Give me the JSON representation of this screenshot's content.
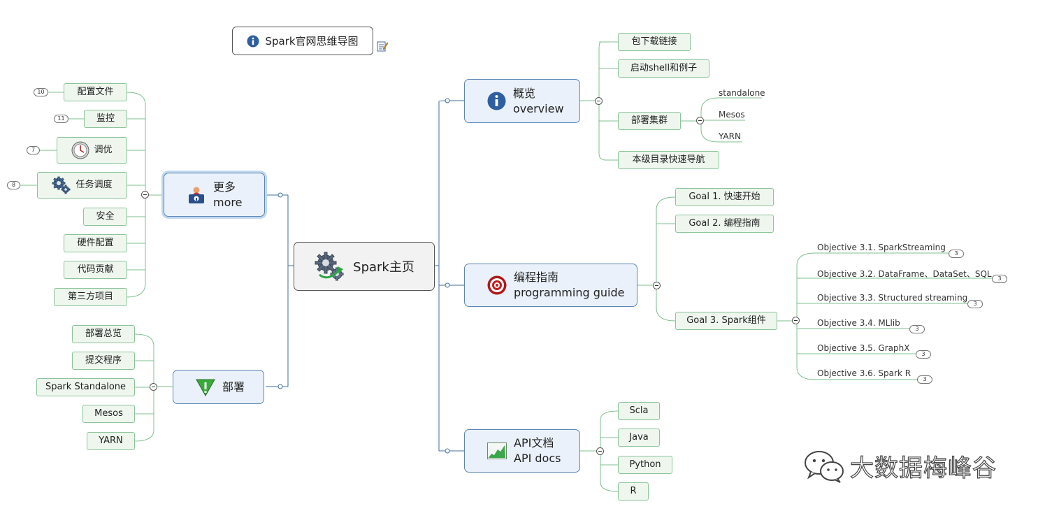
{
  "title": "Spark官网思维导图",
  "center": "Spark主页",
  "overview": {
    "title_cn": "概览",
    "title_en": "overview",
    "items": [
      "包下载链接",
      "启动shell和例子",
      "部署集群",
      "本级目录快速导航"
    ],
    "cluster_items": [
      "standalone",
      "Mesos",
      "YARN"
    ]
  },
  "programming": {
    "title_cn": "编程指南",
    "title_en": "programming guide",
    "goals": [
      "Goal 1. 快速开始",
      "Goal 2. 编程指南",
      "Goal 3. Spark组件"
    ],
    "objectives": [
      {
        "label": "Objective 3.1. SparkStreaming",
        "count": "3"
      },
      {
        "label": "Objective 3.2. DataFrame、DataSet、SQL",
        "count": "3"
      },
      {
        "label": "Objective 3.3. Structured streaming",
        "count": "3"
      },
      {
        "label": "Objective 3.4. MLlib",
        "count": "3"
      },
      {
        "label": "Objective 3.5. GraphX",
        "count": "3"
      },
      {
        "label": "Objective 3.6. Spark R",
        "count": "3"
      }
    ]
  },
  "api": {
    "title_cn": "API文档",
    "title_en": "API docs",
    "items": [
      "Scla",
      "Java",
      "Python",
      "R"
    ]
  },
  "more": {
    "title_cn": "更多",
    "title_en": "more",
    "items": [
      {
        "label": "配置文件",
        "count": "10"
      },
      {
        "label": "监控",
        "count": "11"
      },
      {
        "label": "调优",
        "count": "7"
      },
      {
        "label": "任务调度",
        "count": "8"
      },
      {
        "label": "安全",
        "count": ""
      },
      {
        "label": "硬件配置",
        "count": ""
      },
      {
        "label": "代码贡献",
        "count": ""
      },
      {
        "label": "第三方项目",
        "count": ""
      }
    ]
  },
  "deploy": {
    "title_cn": "部署",
    "items": [
      "部署总览",
      "提交程序",
      "Spark Standalone",
      "Mesos",
      "YARN"
    ]
  },
  "watermark": "大数据梅峰谷",
  "colors": {
    "line_main": "#3f6f9f",
    "line_leaf": "#7fbf8f",
    "leaf_fill": "#eef6ee",
    "main_fill": "#eaf1fa"
  }
}
